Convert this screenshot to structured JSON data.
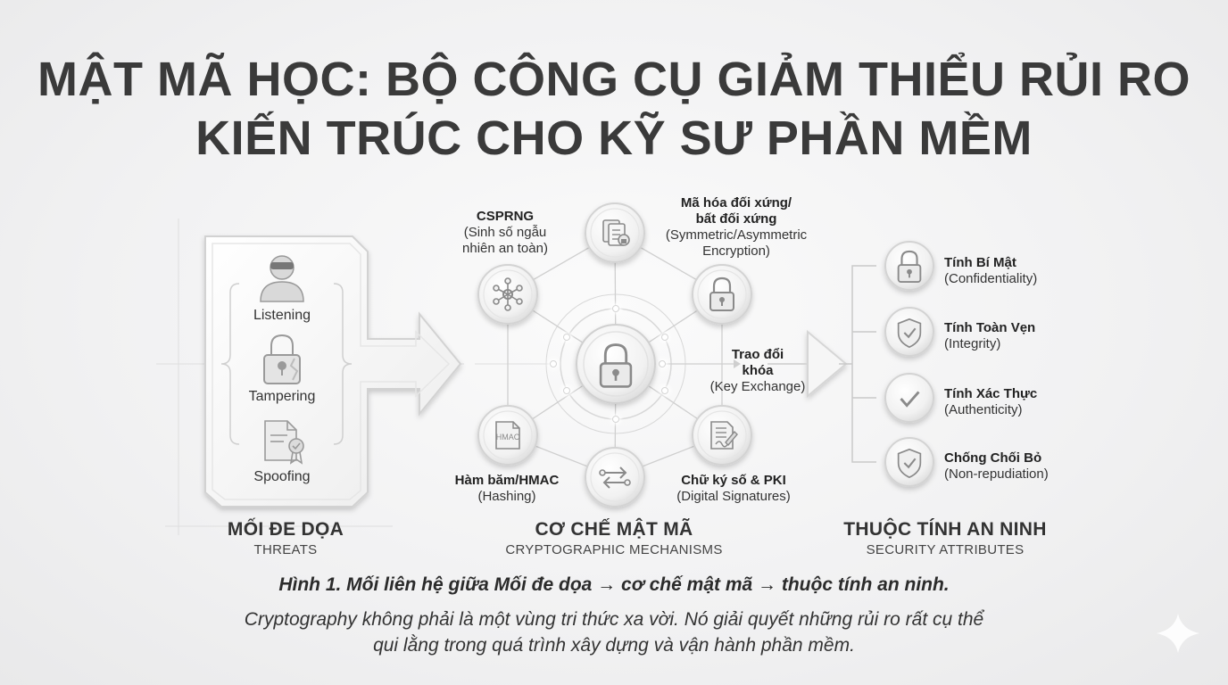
{
  "title": {
    "line1": "MẬT MÃ HỌC: BỘ CÔNG CỤ GIẢM THIỂU RỦI RO",
    "line2": "KIẾN TRÚC CHO KỸ SƯ PHẦN MỀM"
  },
  "threats": {
    "heading": "MỐI ĐE DỌA",
    "subheading": "THREATS",
    "items": [
      {
        "label": "Listening",
        "icon": "hacker-icon"
      },
      {
        "label": "Tampering",
        "icon": "broken-padlock-icon"
      },
      {
        "label": "Spoofing",
        "icon": "certificate-document-icon"
      }
    ]
  },
  "mechanisms": {
    "heading": "CƠ CHẾ MẬT MÃ",
    "subheading": "CRYPTOGRAPHIC MECHANISMS",
    "center_icon": "padlock-icon",
    "items": [
      {
        "name": "CSPRNG",
        "detail": "(Sinh số ngẫu nhiên an toàn)",
        "icon": "network-nodes-icon"
      },
      {
        "name": "Mã hóa đối xứng/ bất đối xứng",
        "detail": "(Symmetric/Asymmetric Encryption)",
        "icon": "documents-lock-icon"
      },
      {
        "name": "Trao đổi khóa",
        "detail": "(Key Exchange)",
        "icon": "padlock-icon"
      },
      {
        "name": "Chữ ký số & PKI",
        "detail": "(Digital Signatures)",
        "icon": "signature-document-icon"
      },
      {
        "name": "Hàm băm/HMAC",
        "detail": "(Hashing)",
        "icon": "hmac-document-icon"
      },
      {
        "name": "",
        "detail": "",
        "icon": "key-exchange-arrows-icon"
      }
    ],
    "hmac_icon_text": "HMAC"
  },
  "attributes": {
    "heading": "THUỘC TÍNH AN NINH",
    "subheading": "SECURITY ATTRIBUTES",
    "items": [
      {
        "name": "Tính Bí Mật",
        "detail": "(Confidentiality)",
        "icon": "padlock-icon"
      },
      {
        "name": "Tính Toàn Vẹn",
        "detail": "(Integrity)",
        "icon": "shield-check-icon"
      },
      {
        "name": "Tính Xác Thực",
        "detail": "(Authenticity)",
        "icon": "checkmark-icon"
      },
      {
        "name": "Chống Chối Bỏ",
        "detail": "(Non-repudiation)",
        "icon": "shield-check-icon"
      }
    ]
  },
  "caption": "Hình 1. Mối liên hệ giữa Mối đe dọa → cơ chế mật mã → thuộc tính an ninh.",
  "description": {
    "line1": "Cryptography không phải là một vùng tri thức xa vời. Nó giải quyết những rủi ro rất cụ thể",
    "line2": "qui lằng trong quá trình xây dựng và vận hành phần mềm."
  },
  "colors": {
    "title": "#3a3a3a",
    "text": "#2b2b2b",
    "icon_stroke": "#8a8a8a",
    "node_fill": "#f7f7f7",
    "line": "#c9c9c9"
  }
}
